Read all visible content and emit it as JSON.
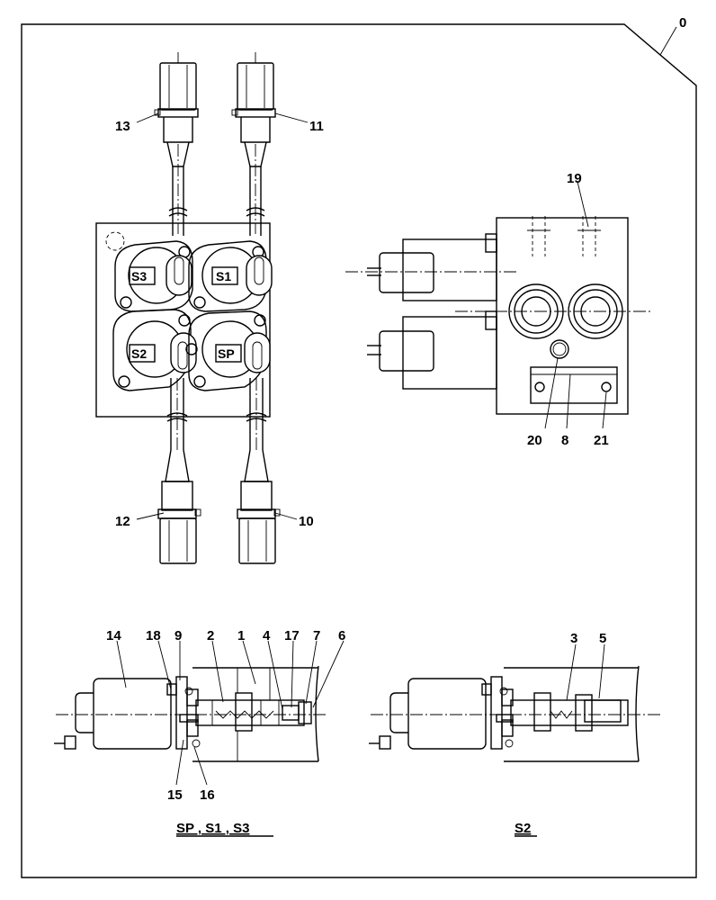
{
  "sheet": {
    "index": "0"
  },
  "solenoid_tags": {
    "s3": "S3",
    "s1": "S1",
    "s2": "S2",
    "sp": "SP"
  },
  "callouts": {
    "c1": "1",
    "c2": "2",
    "c3": "3",
    "c4": "4",
    "c5": "5",
    "c6": "6",
    "c7": "7",
    "c8": "8",
    "c9": "9",
    "c10": "10",
    "c11": "11",
    "c12": "12",
    "c13": "13",
    "c14": "14",
    "c15": "15",
    "c16": "16",
    "c17": "17",
    "c18": "18",
    "c19": "19",
    "c20": "20",
    "c21": "21"
  },
  "captions": {
    "left": "SP , S1 , S3",
    "right": "S2"
  }
}
